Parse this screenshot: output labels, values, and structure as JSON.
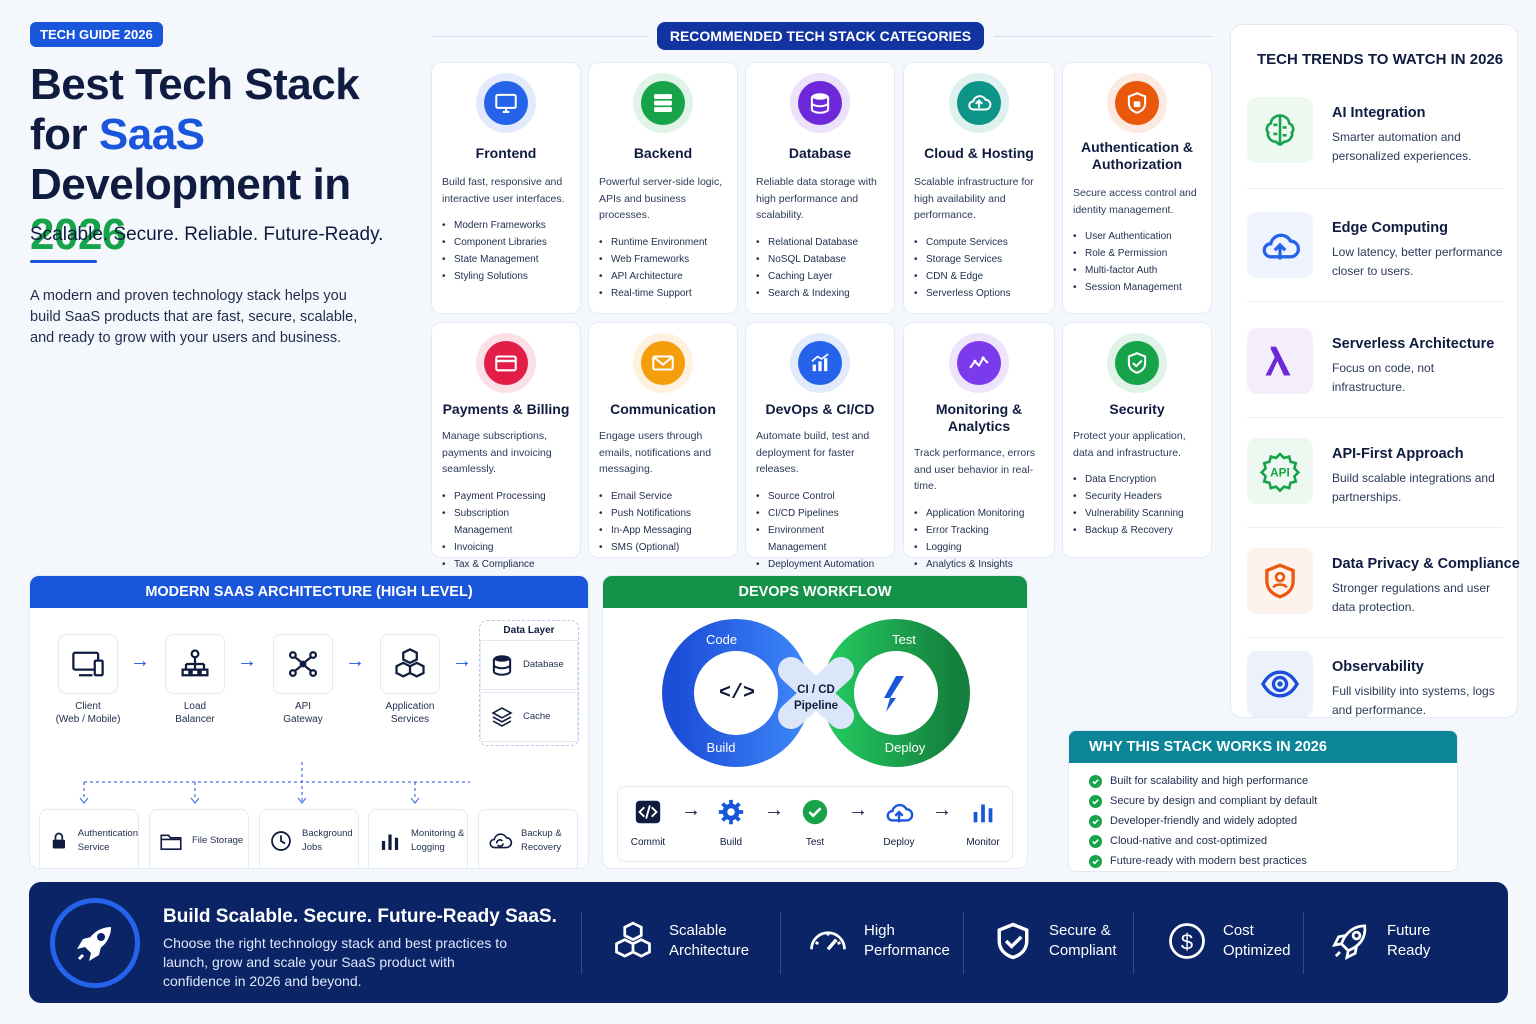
{
  "header": {
    "badge": "TECH GUIDE 2026",
    "title_line1": "Best Tech Stack",
    "title_for": "for",
    "title_saas": "SaaS",
    "title_dev": "Development in",
    "title_year": "2026",
    "subtitle": "Scalable. Secure. Reliable. Future-Ready.",
    "intro": "A modern and proven technology stack helps you build SaaS products that are fast, secure, scalable, and ready to grow with your users and business."
  },
  "categories": {
    "heading": "RECOMMENDED TECH STACK CATEGORIES",
    "items": [
      {
        "title": "Frontend",
        "desc": "Build fast, responsive and interactive user interfaces.",
        "bullets": [
          "Modern Frameworks",
          "Component Libraries",
          "State Management",
          "Styling Solutions"
        ],
        "icon": "monitor-icon",
        "color": "#2563eb"
      },
      {
        "title": "Backend",
        "desc": "Powerful server-side logic, APIs and business processes.",
        "bullets": [
          "Runtime Environment",
          "Web Frameworks",
          "API Architecture",
          "Real-time Support"
        ],
        "icon": "server-icon",
        "color": "#16a34a"
      },
      {
        "title": "Database",
        "desc": "Reliable data storage with high performance and scalability.",
        "bullets": [
          "Relational Database",
          "NoSQL Database",
          "Caching Layer",
          "Search & Indexing"
        ],
        "icon": "database-icon",
        "color": "#6d28d9"
      },
      {
        "title": "Cloud & Hosting",
        "desc": "Scalable infrastructure for high availability and performance.",
        "bullets": [
          "Compute Services",
          "Storage Services",
          "CDN & Edge",
          "Serverless Options"
        ],
        "icon": "cloud-icon",
        "color": "#0d9488"
      },
      {
        "title": "Authentication & Authorization",
        "desc": "Secure access control and identity management.",
        "bullets": [
          "User Authentication",
          "Role & Permission",
          "Multi-factor Auth",
          "Session Management"
        ],
        "icon": "shield-lock-icon",
        "color": "#ea580c"
      },
      {
        "title": "Payments & Billing",
        "desc": "Manage subscriptions, payments and invoicing seamlessly.",
        "bullets": [
          "Payment Processing",
          "Subscription Management",
          "Invoicing",
          "Tax & Compliance"
        ],
        "icon": "credit-card-icon",
        "color": "#e11d48"
      },
      {
        "title": "Communication",
        "desc": "Engage users through emails, notifications and messaging.",
        "bullets": [
          "Email Service",
          "Push Notifications",
          "In-App Messaging",
          "SMS (Optional)"
        ],
        "icon": "envelope-icon",
        "color": "#f59e0b"
      },
      {
        "title": "DevOps & CI/CD",
        "desc": "Automate build, test and deployment for faster releases.",
        "bullets": [
          "Source Control",
          "CI/CD Pipelines",
          "Environment Management",
          "Deployment Automation"
        ],
        "icon": "chart-up-icon",
        "color": "#2563eb"
      },
      {
        "title": "Monitoring & Analytics",
        "desc": "Track performance, errors and user behavior in real-time.",
        "bullets": [
          "Application Monitoring",
          "Error Tracking",
          "Logging",
          "Analytics & Insights"
        ],
        "icon": "analytics-icon",
        "color": "#7c3aed"
      },
      {
        "title": "Security",
        "desc": "Protect your application, data and infrastructure.",
        "bullets": [
          "Data Encryption",
          "Security Headers",
          "Vulnerability Scanning",
          "Backup & Recovery"
        ],
        "icon": "shield-check-icon",
        "color": "#16a34a"
      }
    ]
  },
  "trends": {
    "heading": "TECH TRENDS TO WATCH IN 2026",
    "items": [
      {
        "title": "AI Integration",
        "desc": "Smarter automation and personalized experiences.",
        "icon": "brain-icon",
        "color": "#16a34a"
      },
      {
        "title": "Edge Computing",
        "desc": "Low latency, better performance closer to users.",
        "icon": "cloud-upload-icon",
        "color": "#2563eb"
      },
      {
        "title": "Serverless Architecture",
        "desc": "Focus on code, not infrastructure.",
        "icon": "lambda-icon",
        "color": "#6d28d9"
      },
      {
        "title": "API-First Approach",
        "desc": "Build scalable integrations and partnerships.",
        "icon": "api-icon",
        "color": "#16a34a"
      },
      {
        "title": "Data Privacy & Compliance",
        "desc": "Stronger regulations and user data protection.",
        "icon": "shield-user-icon",
        "color": "#ea580c"
      },
      {
        "title": "Observability",
        "desc": "Full visibility into systems, logs and performance.",
        "icon": "eye-icon",
        "color": "#1d4ed8"
      }
    ]
  },
  "architecture": {
    "heading": "MODERN SAAS ARCHITECTURE (HIGH LEVEL)",
    "flow": [
      {
        "label": "Client\n(Web / Mobile)",
        "icon": "devices-icon"
      },
      {
        "label": "Load\nBalancer",
        "icon": "load-balancer-icon"
      },
      {
        "label": "API\nGateway",
        "icon": "api-gateway-icon"
      },
      {
        "label": "Application\nServices",
        "icon": "cubes-icon"
      }
    ],
    "data_layer_label": "Data Layer",
    "data_layer": [
      {
        "label": "Database",
        "icon": "database-icon"
      },
      {
        "label": "Cache",
        "icon": "layers-icon"
      }
    ],
    "services": [
      {
        "label": "Authentication\nService",
        "icon": "lock-icon"
      },
      {
        "label": "File Storage",
        "icon": "folder-icon"
      },
      {
        "label": "Background\nJobs",
        "icon": "clock-icon"
      },
      {
        "label": "Monitoring &\nLogging",
        "icon": "bar-chart-icon"
      },
      {
        "label": "Backup &\nRecovery",
        "icon": "cloud-sync-icon"
      }
    ]
  },
  "devops": {
    "heading": "DEVOPS WORKFLOW",
    "loop": {
      "code": "Code",
      "test": "Test",
      "build": "Build",
      "deploy": "Deploy",
      "center_line1": "CI / CD",
      "center_line2": "Pipeline"
    },
    "steps": [
      {
        "label": "Commit",
        "icon": "code-icon"
      },
      {
        "label": "Build",
        "icon": "gear-icon"
      },
      {
        "label": "Test",
        "icon": "check-circle-icon"
      },
      {
        "label": "Deploy",
        "icon": "cloud-upload-icon"
      },
      {
        "label": "Monitor",
        "icon": "bar-chart-icon"
      }
    ]
  },
  "why": {
    "heading": "WHY THIS STACK WORKS IN 2026",
    "items": [
      "Built for scalability and high performance",
      "Secure by design and compliant by default",
      "Developer-friendly and widely adopted",
      "Cloud-native and cost-optimized",
      "Future-ready with modern best practices"
    ]
  },
  "footer": {
    "title": "Build Scalable. Secure. Future-Ready SaaS.",
    "desc": "Choose the right technology stack and best practices to launch, grow and scale your SaaS product with confidence in 2026 and beyond.",
    "features": [
      {
        "label": "Scalable\nArchitecture",
        "icon": "cubes-icon"
      },
      {
        "label": "High\nPerformance",
        "icon": "speedometer-icon"
      },
      {
        "label": "Secure &\nCompliant",
        "icon": "shield-check-icon"
      },
      {
        "label": "Cost\nOptimized",
        "icon": "dollar-icon"
      },
      {
        "label": "Future\nReady",
        "icon": "rocket-icon"
      }
    ]
  },
  "colors": {
    "primary": "#1a56db",
    "navy": "#0a2466",
    "green": "#16a34a",
    "teal": "#0c8599"
  }
}
